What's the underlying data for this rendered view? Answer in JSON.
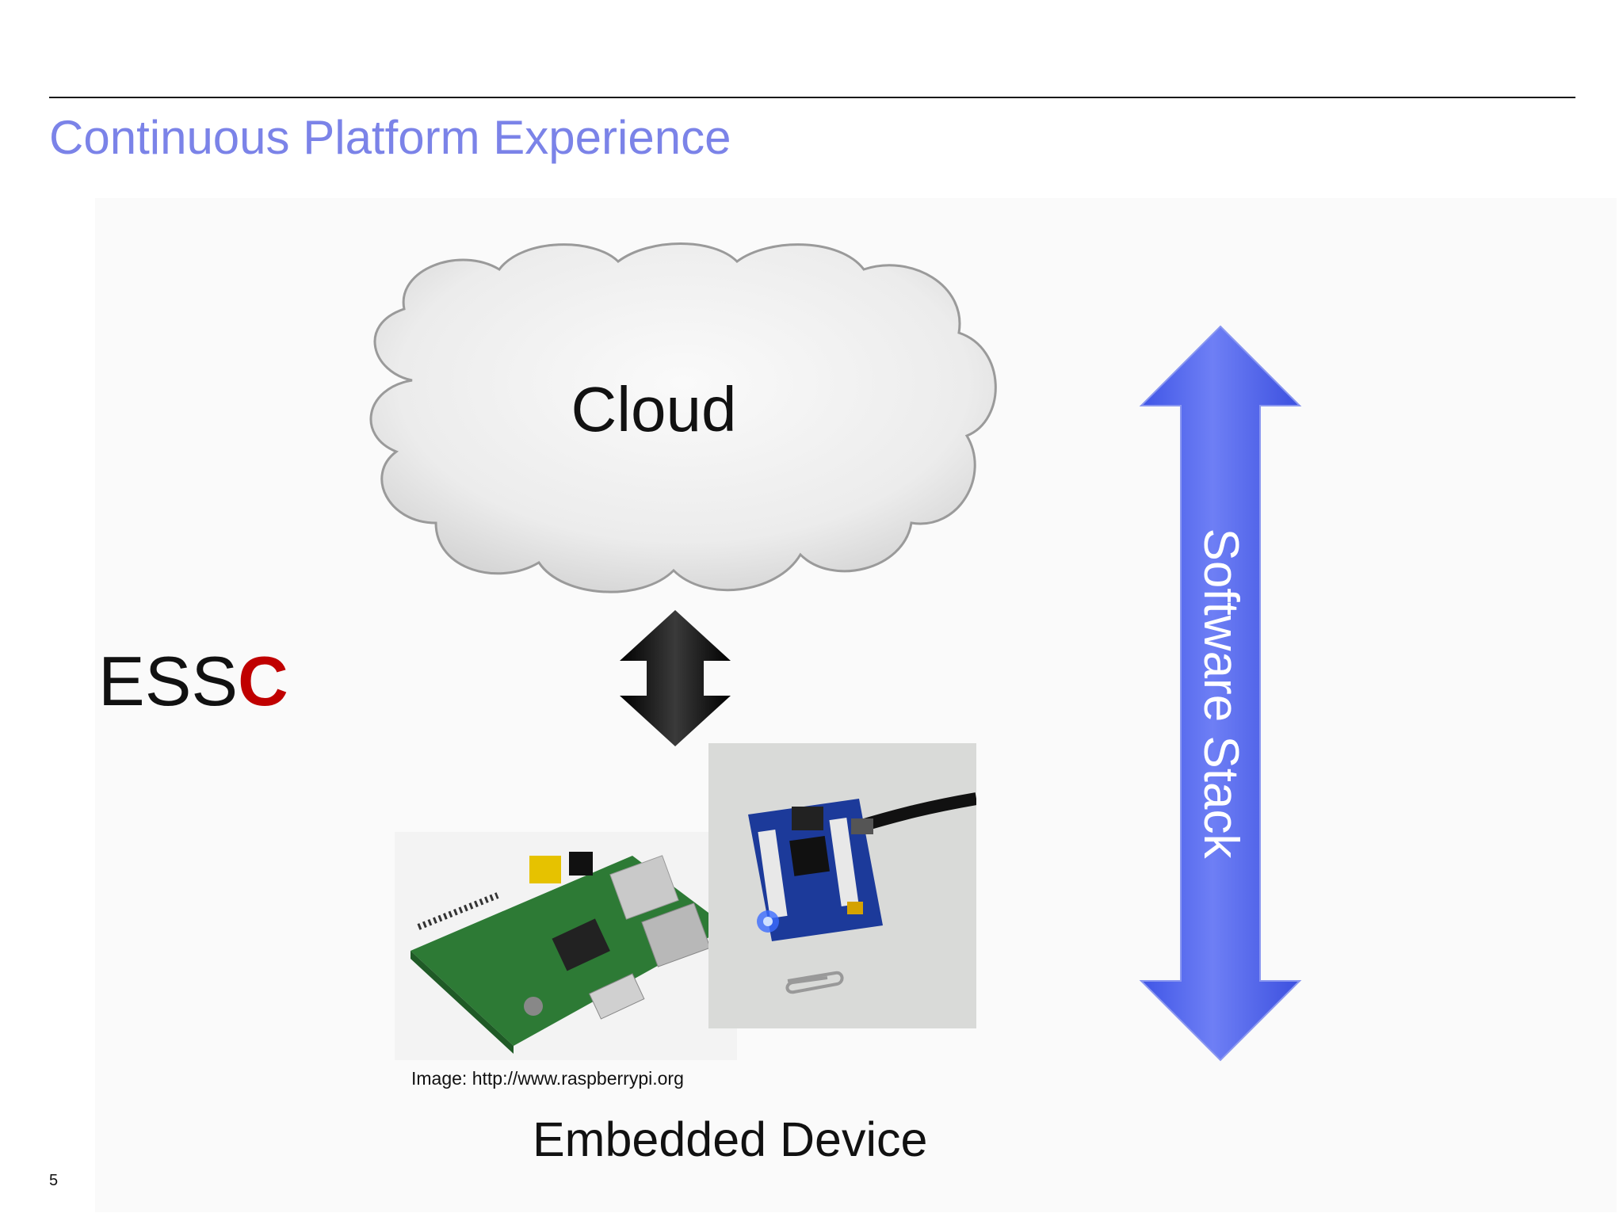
{
  "slide": {
    "title": "Continuous Platform Experience",
    "page_number": "5"
  },
  "diagram": {
    "cloud_label": "Cloud",
    "essc_prefix": "ESS",
    "essc_suffix": "C",
    "stack_label": "Software Stack",
    "image_caption": "Image: http://www.raspberrypi.org",
    "device_label": "Embedded Device"
  },
  "colors": {
    "title": "#7b83e8",
    "essc_accent": "#c00000",
    "stack_arrow": "#5a6cef"
  }
}
